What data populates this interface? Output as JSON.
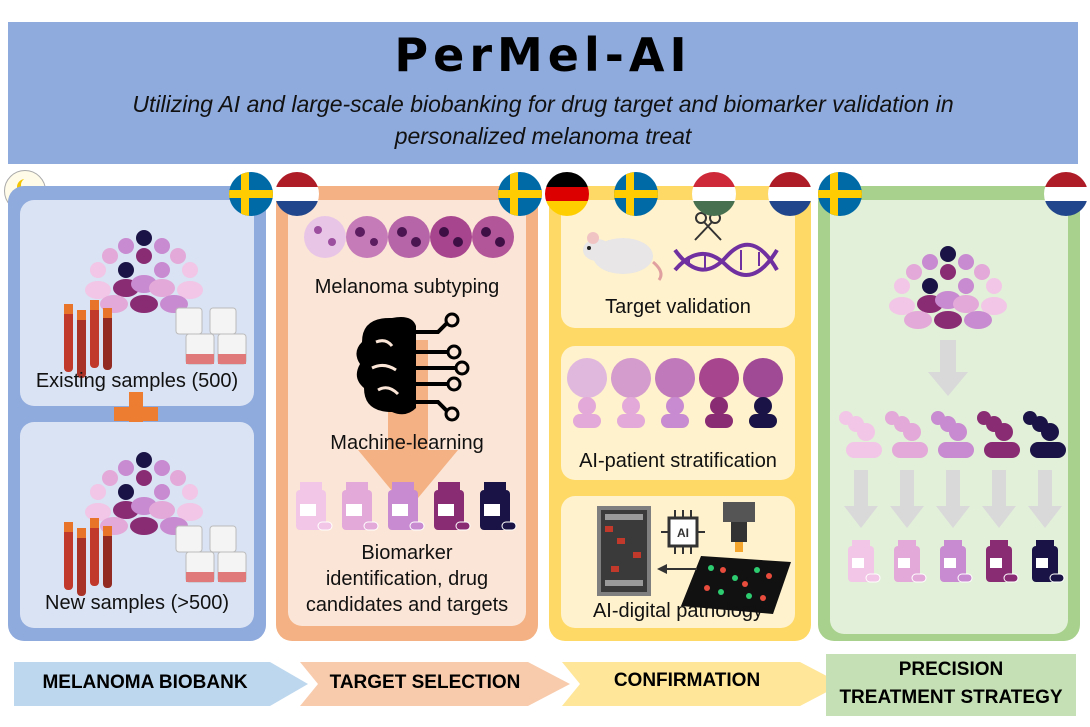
{
  "header": {
    "title": "PerMel-AI",
    "subtitle_line1": "Utilizing AI and large-scale biobanking for drug target and biomarker validation in",
    "subtitle_line2": "personalized melanoma treat"
  },
  "panels": {
    "biobank": {
      "existing_label": "Existing samples (500)",
      "new_label": "New samples (>500)"
    },
    "target_selection": {
      "subtyping_label": "Melanoma subtyping",
      "ml_label": "Machine-learning",
      "biomarker_line1": "Biomarker",
      "biomarker_line2": "identification, drug",
      "biomarker_line3": "candidates and targets"
    },
    "confirmation": {
      "target_label": "Target validation",
      "strat_label": "AI-patient stratification",
      "pathology_label": "AI-digital pathology",
      "chip_text": "AI"
    }
  },
  "arrows": {
    "biobank": "MELANOMA BIOBANK",
    "target": "TARGET SELECTION",
    "confirmation": "CONFIRMATION",
    "precision_line1": "PRECISION",
    "precision_line2": "TREATMENT STRATEGY"
  },
  "colors": {
    "header": "#8faadc",
    "biobank": "#8faadc",
    "target": "#f4b183",
    "confirmation": "#ffd966",
    "precision": "#a9d18e",
    "people_palette": [
      "#f2c6e6",
      "#e3a9d8",
      "#c88ad0",
      "#8a2c74",
      "#1a1446"
    ]
  },
  "flags": [
    "sweden-flag",
    "netherlands-flag",
    "germany-flag",
    "hungary-flag"
  ]
}
